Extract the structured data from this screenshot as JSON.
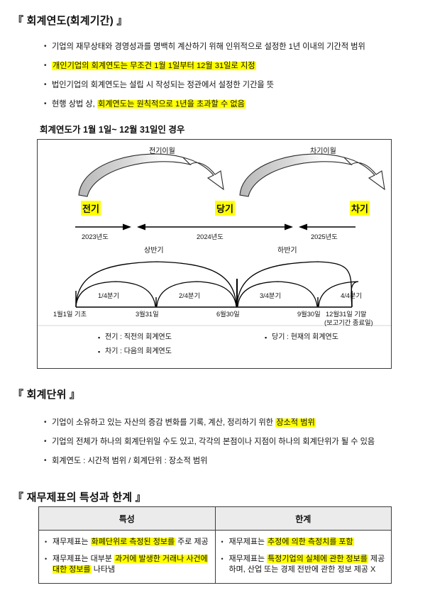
{
  "colors": {
    "highlight": "#ffff00",
    "table_header_bg": "#ebebeb",
    "border": "#3b3b3b",
    "text": "#111111",
    "arrow_fill": "#d4d4d4"
  },
  "sections": {
    "fiscal_year": {
      "title": "『 회계연도(회계기간) 』",
      "bullets": [
        [
          {
            "text": "기업의 재무상태와 경영성과를 명백히 계산하기 위해 인위적으로 설정한 1년 이내의 기간적 범위",
            "highlight": false
          }
        ],
        [
          {
            "text": "개인기업의 회계연도는 무조건 1월 1일부터 12월 31일로 지정",
            "highlight": true
          }
        ],
        [
          {
            "text": "법인기업의 회계연도는 설립 시 작성되는 정관에서 설정한 기간을 뜻",
            "highlight": false
          }
        ],
        [
          {
            "text": "현행 상법 상, ",
            "highlight": false
          },
          {
            "text": "회계연도는 원칙적으로 1년을 초과할 수 없음",
            "highlight": true
          }
        ]
      ],
      "subheading": "회계연도가 1월 1일~ 12월 31일인 경우"
    },
    "accounting_unit": {
      "title": "『 회계단위 』",
      "bullets": [
        [
          {
            "text": "기업이 소유하고 있는 자산의 증감 변화를 기록, 계산, 정리하기 위한 ",
            "highlight": false
          },
          {
            "text": "장소적 범위",
            "highlight": true
          }
        ],
        [
          {
            "text": "기업의 전체가 하나의 회계단위일 수도 있고, 각각의 본점이나 지점이 하나의 회계단위가 될 수 있음",
            "highlight": false
          }
        ],
        [
          {
            "text": "회계연도 : 시간적 범위 / 회계단위 : 장소적 범위",
            "highlight": false
          }
        ]
      ]
    },
    "financial_statements": {
      "title": "『 재무제표의 특성과 한계 』"
    }
  },
  "diagram": {
    "carryover_labels": {
      "previous": "전기이월",
      "next": "차기이월"
    },
    "periods": [
      {
        "chip": "전기",
        "year": "2023년도"
      },
      {
        "chip": "당기",
        "year": "2024년도"
      },
      {
        "chip": "차기",
        "year": "2025년도"
      }
    ],
    "halves": [
      "상반기",
      "하반기"
    ],
    "quarters": [
      "1/4분기",
      "2/4분기",
      "3/4분기",
      "4/4분기"
    ],
    "date_ticks": [
      {
        "line1": "1월1일 기초",
        "line2": ""
      },
      {
        "line1": "3월31일",
        "line2": ""
      },
      {
        "line1": "6월30일",
        "line2": ""
      },
      {
        "line1": "9월30일",
        "line2": ""
      },
      {
        "line1": "12월31일 기말",
        "line2": "(보고기간 종료일)"
      }
    ],
    "legend": [
      "전기 : 직전의 회계연도",
      "당기 : 현재의 회계연도",
      "차기 : 다음의 회계연도"
    ]
  },
  "comparison_table": {
    "headers": [
      "특성",
      "한계"
    ],
    "rows": [
      {
        "feature_cells": [
          [
            {
              "text": "재무제표는 ",
              "highlight": false
            },
            {
              "text": "화폐단위로 측정된 정보를",
              "highlight": true
            },
            {
              "text": " 주로 제공",
              "highlight": false
            }
          ],
          [
            {
              "text": "재무제표는 대부분 ",
              "highlight": false
            },
            {
              "text": "과거에 발생한 거래나 사건에 대한 정보를",
              "highlight": true
            },
            {
              "text": " 나타냄",
              "highlight": false
            }
          ]
        ],
        "limit_cells": [
          [
            {
              "text": "재무제표는 ",
              "highlight": false
            },
            {
              "text": "추정에 의한 측정치를 포함",
              "highlight": true
            }
          ],
          [
            {
              "text": "재무제표는 ",
              "highlight": false
            },
            {
              "text": "특정기업의 실체에 관한 정보를",
              "highlight": true
            },
            {
              "text": " 제공하며, 산업 또는 경제 전반에 관한 정보 제공 X",
              "highlight": false
            }
          ]
        ]
      }
    ]
  }
}
